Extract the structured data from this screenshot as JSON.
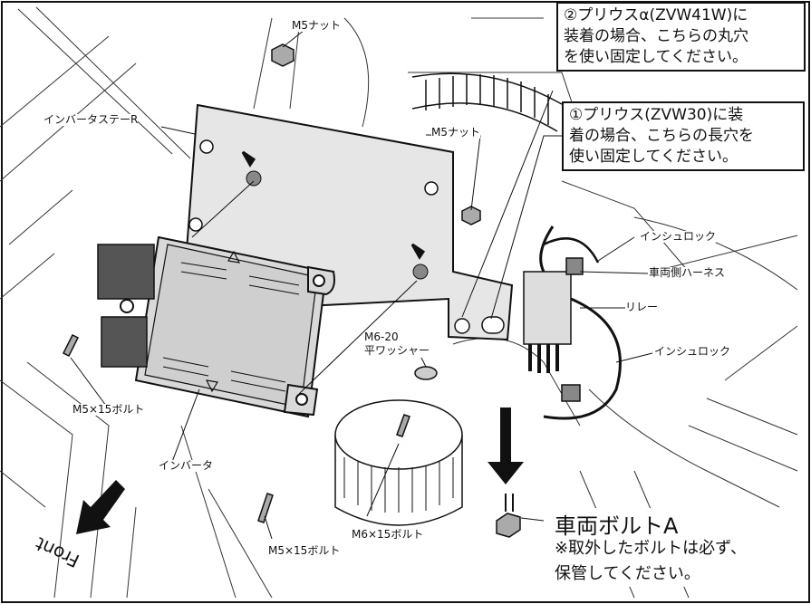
{
  "labels": {
    "m5_nut_top": "M5ナット",
    "inverter_stay": "インバータステーR",
    "m5_nut_mid": "M5ナット",
    "insulock_1": "インシュロック",
    "vehicle_harness": "車両側ハーネス",
    "relay": "リレー",
    "insulock_2": "インシュロック",
    "washer_line1": "M6-20",
    "washer_line2": "平ワッシャー",
    "bolt_m5_left": "M5×15ボルト",
    "inverter": "インバータ",
    "bolt_m5_bottom": "M5×15ボルト",
    "bolt_m6": "M6×15ボルト",
    "vehicle_bolt": "車両ボルトA",
    "note_line1": "※取外したボルトは必ず、",
    "note_line2": "保管してください。",
    "front": "Front"
  },
  "callouts": {
    "alpha": {
      "line1": "②プリウスα(ZVW41W)に",
      "line2": "装着の場合、こちらの丸穴",
      "line3": "を使い固定してください。"
    },
    "prius": {
      "line1": "①プリウス(ZVW30)に装",
      "line2": "着の場合、こちらの長穴を",
      "line3": "使い固定してください。"
    }
  },
  "colors": {
    "line": "#111111",
    "part_fill": "#e6e6e6",
    "inverter_fill": "#d9d9d9"
  }
}
